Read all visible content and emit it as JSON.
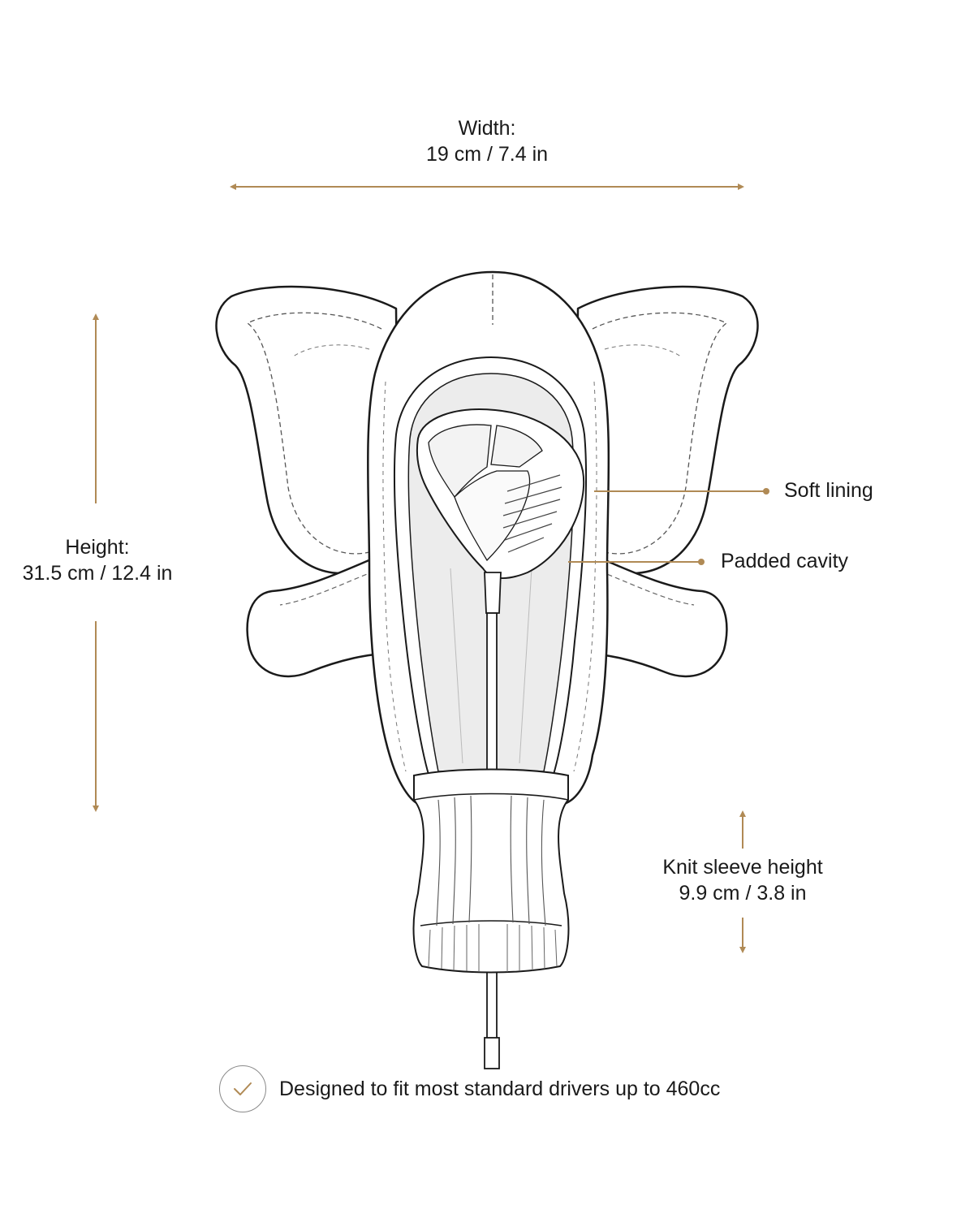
{
  "colors": {
    "accent": "#b08a55",
    "line": "#1a1a1a",
    "lining": "#ececec"
  },
  "dimensions": {
    "width": {
      "title": "Width:",
      "value": "19 cm / 7.4 in"
    },
    "height": {
      "title": "Height:",
      "value": "31.5 cm / 12.4 in"
    },
    "sleeve": {
      "title": "Knit sleeve height",
      "value": "9.9 cm / 3.8 in"
    }
  },
  "callouts": {
    "lining": "Soft lining",
    "cavity": "Padded cavity"
  },
  "fit_note": {
    "icon": "check-icon",
    "text": "Designed to fit most standard drivers up to 460cc"
  }
}
